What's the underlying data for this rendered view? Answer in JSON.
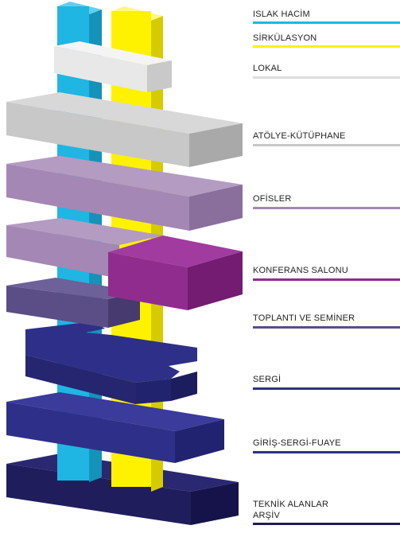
{
  "legend": [
    {
      "label": "ISLAK HACİM",
      "color": "#1FB6E3"
    },
    {
      "label": "SİRKÜLASYON",
      "color": "#FFF200"
    },
    {
      "label": "LOKAL",
      "color": "#DDDDDD"
    },
    {
      "label": "ATÖLYE-KÜTÜPHANE",
      "color": "#C8C8C8"
    },
    {
      "label": "OFİSLER",
      "color": "#A487B4"
    },
    {
      "label": "KONFERANS SALONU",
      "color": "#912C8F"
    },
    {
      "label": "TOPLANTI VE SEMİNER",
      "color": "#5B4D86"
    },
    {
      "label": "SERGİ",
      "color": "#2E2F88"
    },
    {
      "label": "GİRİŞ-SERGİ-FUAYE",
      "color": "#2E2F88"
    },
    {
      "label": "TEKNİK ALANLAR",
      "label2": "ARŞİV",
      "color": "#1F1D5C"
    }
  ]
}
